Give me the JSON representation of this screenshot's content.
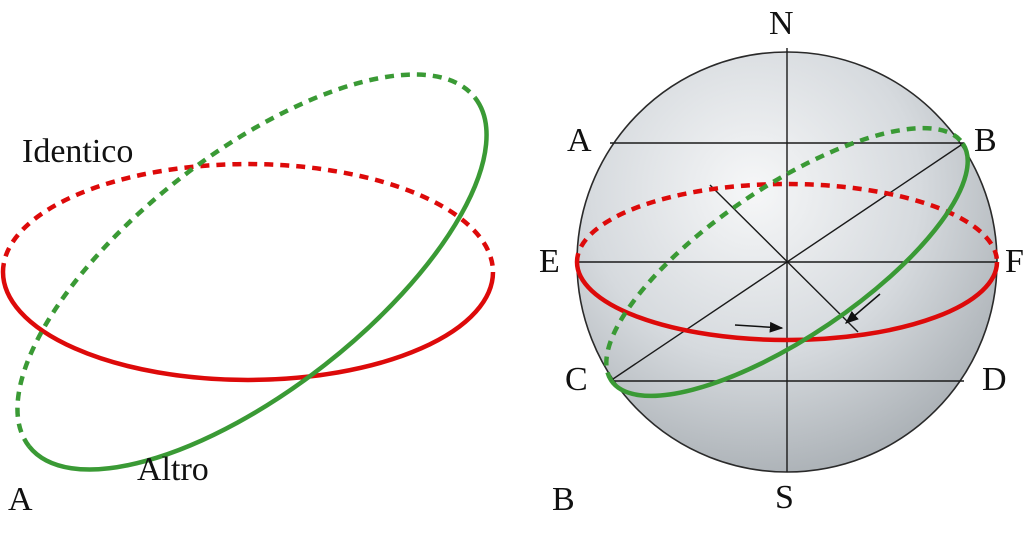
{
  "panels": {
    "left": {
      "panel_label": "A",
      "red_label": "Identico",
      "green_label": "Altro"
    },
    "right": {
      "panel_label": "B",
      "points": {
        "N": "N",
        "S": "S",
        "A": "A",
        "B": "B",
        "C": "C",
        "D": "D",
        "E": "E",
        "F": "F"
      }
    }
  },
  "colors": {
    "red": "#dd0a0a",
    "green": "#3a9a35",
    "line": "#1a1a1a",
    "sphere_light": "#f6f7f8",
    "sphere_dark": "#a7adb2"
  }
}
